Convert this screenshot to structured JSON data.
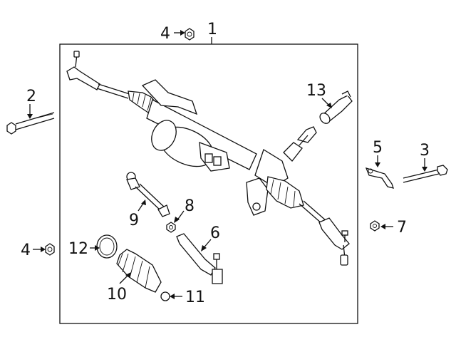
{
  "callouts": [
    {
      "id": "1",
      "text": "1"
    },
    {
      "id": "2",
      "text": "2"
    },
    {
      "id": "3",
      "text": "3"
    },
    {
      "id": "4a",
      "text": "4"
    },
    {
      "id": "4b",
      "text": "4"
    },
    {
      "id": "5",
      "text": "5"
    },
    {
      "id": "6",
      "text": "6"
    },
    {
      "id": "7",
      "text": "7"
    },
    {
      "id": "8",
      "text": "8"
    },
    {
      "id": "9",
      "text": "9"
    },
    {
      "id": "10",
      "text": "10"
    },
    {
      "id": "11",
      "text": "11"
    },
    {
      "id": "12",
      "text": "12"
    },
    {
      "id": "13",
      "text": "13"
    }
  ],
  "icons": {
    "steering-gear": "steering-gear-assembly-icon",
    "bolt": "bolt-icon",
    "nut": "nut-icon",
    "bracket": "bracket-icon",
    "tie-rod-end": "tie-rod-end-icon",
    "inner-tie-rod": "inner-tie-rod-icon",
    "boot": "bellows-boot-icon",
    "clamp": "clamp-icon",
    "sensor": "sensor-icon"
  }
}
